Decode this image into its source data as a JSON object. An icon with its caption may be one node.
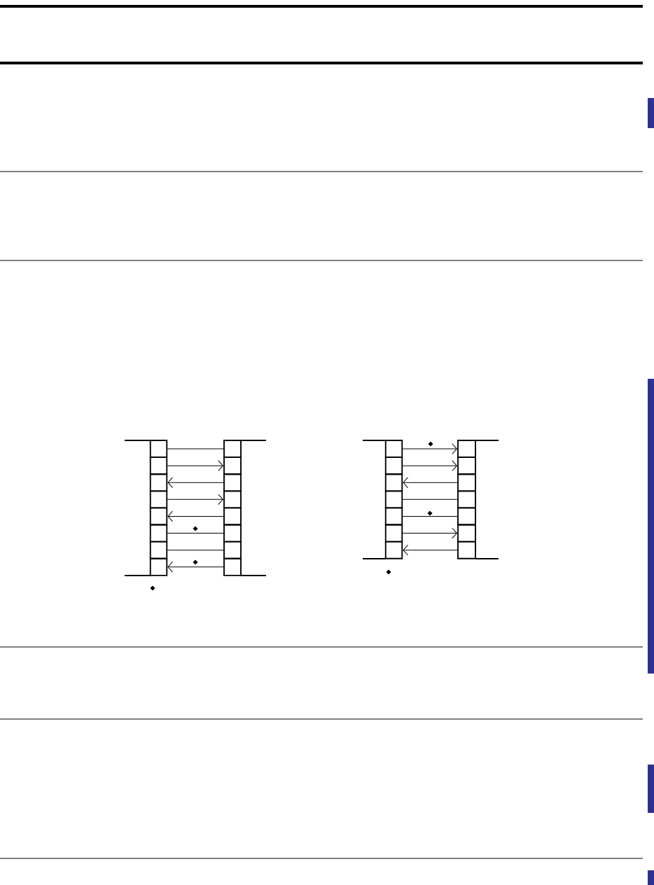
{
  "diagram": {
    "nodes": [
      {
        "text": [],
        "shape": "box"
      },
      {
        "text": [],
        "shape": "box"
      },
      {
        "text": [],
        "shape": "box"
      },
      {
        "text": [],
        "shape": "box"
      },
      {
        "text": [],
        "shape": "box"
      },
      {
        "text": [],
        "shape": "box"
      },
      {
        "text": [],
        "shape": "box"
      },
      {
        "text": [],
        "shape": "box"
      },
      {
        "text": [],
        "shape": "box"
      },
      {
        "text": [],
        "shape": "box"
      },
      {
        "text": [],
        "shape": "box"
      },
      {
        "text": [],
        "shape": "box"
      },
      {
        "text": [],
        "shape": "box"
      },
      {
        "text": [],
        "shape": "box"
      },
      {
        "text": [],
        "shape": "box"
      },
      {
        "text": [],
        "shape": "box"
      },
      {
        "text": [],
        "shape": "box"
      },
      {
        "text": [],
        "shape": "box"
      },
      {
        "text": [],
        "shape": "box"
      },
      {
        "text": [],
        "shape": "box"
      },
      {
        "text": [],
        "shape": "box"
      },
      {
        "text": [],
        "shape": "box"
      },
      {
        "text": [],
        "shape": "box"
      },
      {
        "text": [],
        "shape": "box"
      },
      {
        "text": [],
        "shape": "box"
      },
      {
        "text": [],
        "shape": "box"
      },
      {
        "text": [],
        "shape": "box"
      },
      {
        "text": [],
        "shape": "box"
      },
      {
        "text": [],
        "shape": "box"
      },
      {
        "text": [],
        "shape": "box"
      }
    ],
    "edges": [
      {
        "from": 0,
        "to": 8,
        "arrow": "none"
      },
      {
        "from": 1,
        "to": 9,
        "arrow": "to"
      },
      {
        "from": 10,
        "to": 2,
        "arrow": "to"
      },
      {
        "from": 3,
        "to": 11,
        "arrow": "to"
      },
      {
        "from": 12,
        "to": 4,
        "arrow": "to"
      },
      {
        "from": 5,
        "to": 13,
        "arrow": "none"
      },
      {
        "from": 6,
        "to": 14,
        "arrow": "none"
      },
      {
        "from": 15,
        "to": 7,
        "arrow": "to"
      },
      {
        "from": 16,
        "to": 23,
        "arrow": "to"
      },
      {
        "from": 17,
        "to": 24,
        "arrow": "to"
      },
      {
        "from": 25,
        "to": 18,
        "arrow": "to"
      },
      {
        "from": 19,
        "to": 26,
        "arrow": "none"
      },
      {
        "from": 20,
        "to": 27,
        "arrow": "none"
      },
      {
        "from": 21,
        "to": 28,
        "arrow": "to"
      },
      {
        "from": 29,
        "to": 22,
        "arrow": "to"
      }
    ],
    "labels": [
      "◆",
      "◆",
      "◆",
      "◆",
      "◆",
      "◆"
    ]
  }
}
